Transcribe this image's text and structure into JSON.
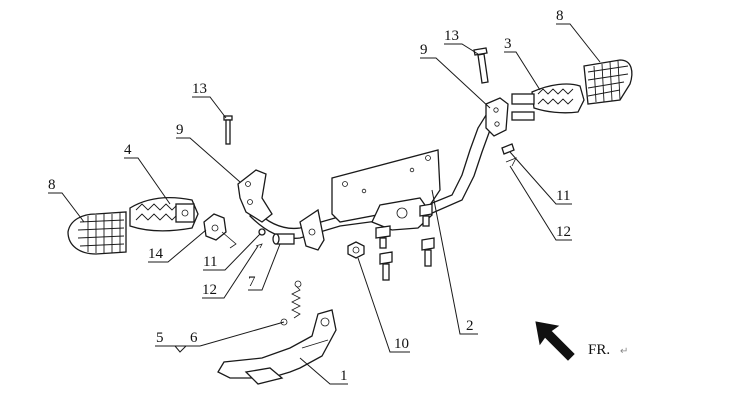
{
  "diagram": {
    "callouts": [
      {
        "id": "c13a",
        "text": "13"
      },
      {
        "id": "c9a",
        "text": "9"
      },
      {
        "id": "c4",
        "text": "4"
      },
      {
        "id": "c8a",
        "text": "8"
      },
      {
        "id": "c14",
        "text": "14"
      },
      {
        "id": "c11a",
        "text": "11"
      },
      {
        "id": "c12a",
        "text": "12"
      },
      {
        "id": "c7",
        "text": "7"
      },
      {
        "id": "c5",
        "text": "5"
      },
      {
        "id": "c6",
        "text": "6"
      },
      {
        "id": "c1",
        "text": "1"
      },
      {
        "id": "c10",
        "text": "10"
      },
      {
        "id": "c2",
        "text": "2"
      },
      {
        "id": "c13b",
        "text": "13"
      },
      {
        "id": "c9b",
        "text": "9"
      },
      {
        "id": "c3",
        "text": "3"
      },
      {
        "id": "c8b",
        "text": "8"
      },
      {
        "id": "c11b",
        "text": "11"
      },
      {
        "id": "c12b",
        "text": "12"
      }
    ],
    "direction_label": "FR.",
    "direction_mark": "↵"
  }
}
